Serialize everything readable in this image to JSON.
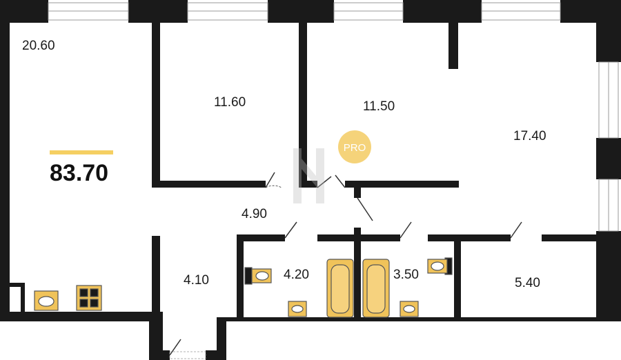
{
  "plan": {
    "total_area": "83.70",
    "rooms": [
      {
        "id": "living-room",
        "area": "20.60"
      },
      {
        "id": "bedroom-1",
        "area": "11.60"
      },
      {
        "id": "bedroom-2",
        "area": "11.50"
      },
      {
        "id": "bedroom-3",
        "area": "17.40"
      },
      {
        "id": "hallway",
        "area": "4.90"
      },
      {
        "id": "entry",
        "area": "4.10"
      },
      {
        "id": "bathroom-1",
        "area": "4.20"
      },
      {
        "id": "bathroom-2",
        "area": "3.50"
      },
      {
        "id": "utility-room",
        "area": "5.40"
      }
    ],
    "badge": "PRO",
    "colors": {
      "wall": "#1a1a1a",
      "fixture": "#f0c35a",
      "accent_bar": "#f5cf62",
      "badge": "#f5d37a"
    }
  }
}
